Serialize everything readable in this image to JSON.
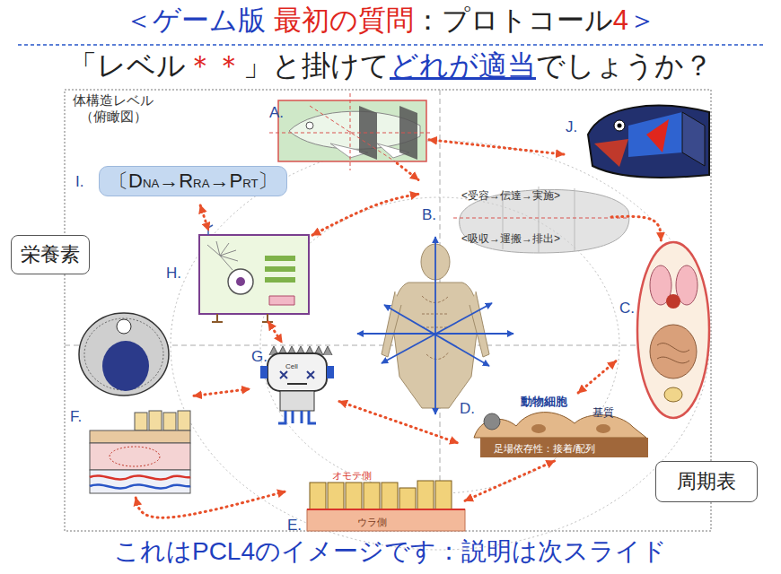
{
  "diagram": {
    "title": "＜ゲーム版 最初の質問：プロトコール4＞",
    "caption": "これはPCL4のイメージです：説明は次スライド",
    "nodes": [
      {
        "text": [
          "A."
        ]
      },
      {
        "text": [
          "J."
        ]
      },
      {
        "text": [
          "I.",
          "〔DNA→RRA→PRT〕"
        ]
      },
      {
        "text": [
          "B.",
          "<受容→伝達→実施>",
          "<吸収→運搬→排出>"
        ]
      },
      {
        "text": [
          "栄養素"
        ]
      },
      {
        "text": [
          "H."
        ]
      },
      {
        "text": [
          "C."
        ]
      },
      {
        "text": [
          "G.",
          "Cell"
        ]
      },
      {
        "text": [
          "F."
        ]
      },
      {
        "text": [
          "D.",
          "動物細胞",
          "基質",
          "足場依存性：接着/配列"
        ]
      },
      {
        "text": [
          "周期表"
        ]
      },
      {
        "text": [
          "E.",
          "オモテ側",
          "ウラ側"
        ]
      }
    ],
    "edges": [
      {
        "from": 0,
        "to": 1,
        "arrow": "both"
      },
      {
        "from": 0,
        "to": 3,
        "arrow": "to"
      },
      {
        "from": 2,
        "to": 5,
        "arrow": "both"
      },
      {
        "from": 5,
        "to": 3,
        "arrow": "both"
      },
      {
        "from": 3,
        "to": 6,
        "arrow": "to"
      },
      {
        "from": 5,
        "to": 7,
        "arrow": "both"
      },
      {
        "from": 6,
        "to": 9,
        "arrow": "both"
      },
      {
        "from": 7,
        "to": 9,
        "arrow": "both"
      },
      {
        "from": 8,
        "to": 7,
        "arrow": "both"
      },
      {
        "from": 9,
        "to": 11,
        "arrow": "both"
      },
      {
        "from": 8,
        "to": 11,
        "arrow": "both"
      }
    ],
    "labels": [
      "「レベル＊＊」と掛けてどれが適当でしょうか？",
      "体構造レベル（俯瞰図）"
    ]
  }
}
